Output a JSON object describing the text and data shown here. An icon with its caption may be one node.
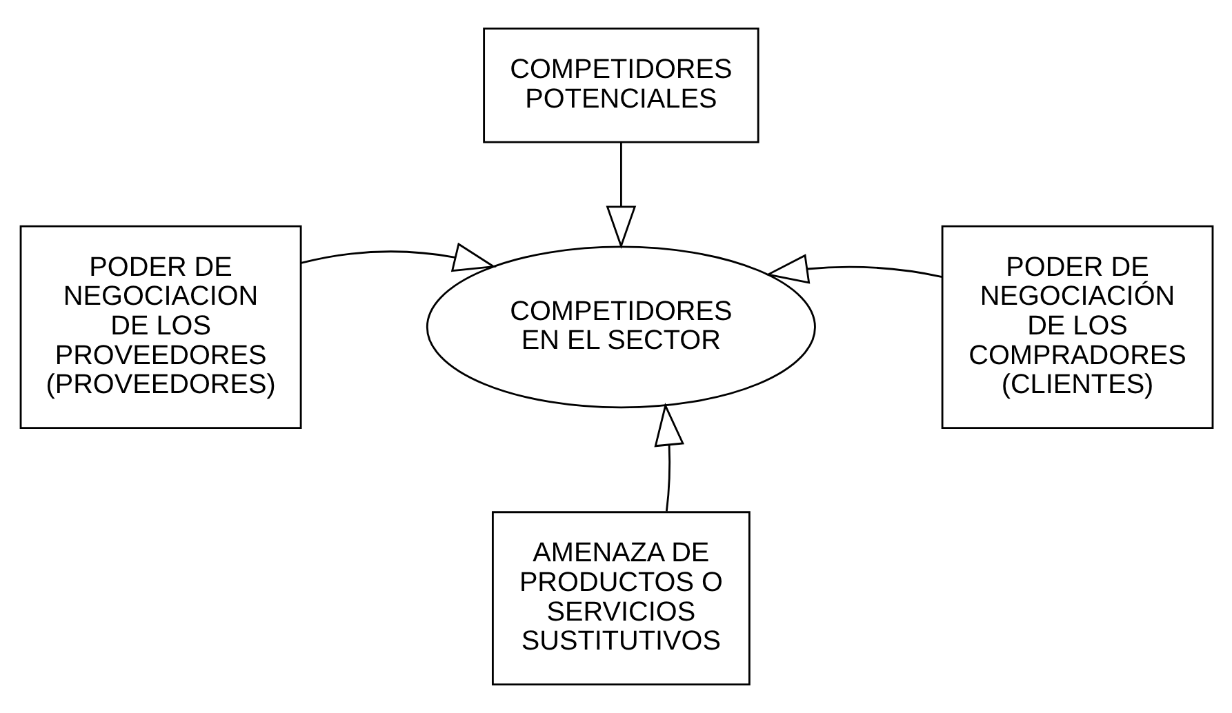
{
  "diagram": {
    "nodes": [
      {
        "text": [
          "COMPETIDORES POTENCIALES"
        ]
      },
      {
        "text": [
          "PODER DE NEGOCIACION DE LOS PROVEEDORES (PROVEEDORES)"
        ]
      },
      {
        "text": [
          "COMPETIDORES EN EL SECTOR"
        ]
      },
      {
        "text": [
          "PODER DE NEGOCIACIÓN DE LOS COMPRADORES (CLIENTES)"
        ]
      },
      {
        "text": [
          "AMENAZA DE PRODUCTOS O SERVICIOS SUSTITUTIVOS"
        ]
      }
    ],
    "edges": [
      {
        "from": 0,
        "to": 2,
        "arrow": "to"
      },
      {
        "from": 1,
        "to": 2,
        "arrow": "to"
      },
      {
        "from": 3,
        "to": 2,
        "arrow": "to"
      },
      {
        "from": 4,
        "to": 2,
        "arrow": "to"
      }
    ]
  }
}
